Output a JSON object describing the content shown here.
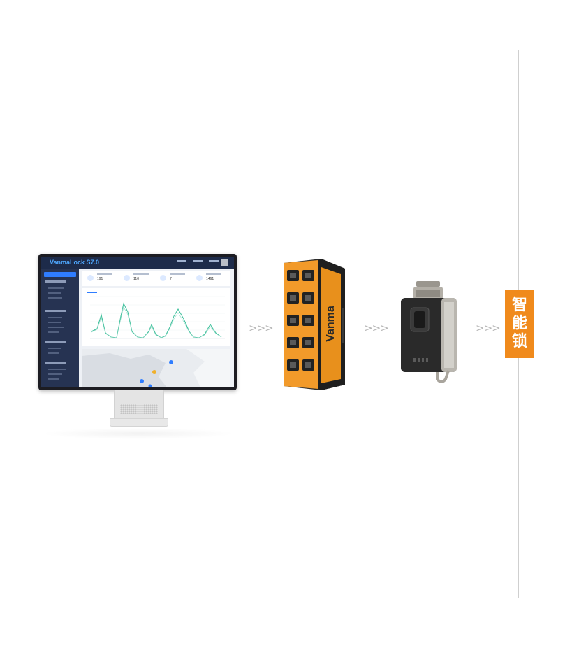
{
  "monitor": {
    "app_title": "VanmaLock S7.0",
    "stats": [
      "191",
      "110",
      "7",
      "1461"
    ]
  },
  "switch": {
    "brand": "Vanma"
  },
  "label": {
    "chars": [
      "智",
      "能",
      "锁"
    ]
  },
  "arrows": [
    ">>>",
    ">>>",
    ">>>"
  ],
  "colors": {
    "accent": "#f08a1c",
    "chart_line": "#3bbf9a",
    "app_blue": "#4ea8ff"
  }
}
